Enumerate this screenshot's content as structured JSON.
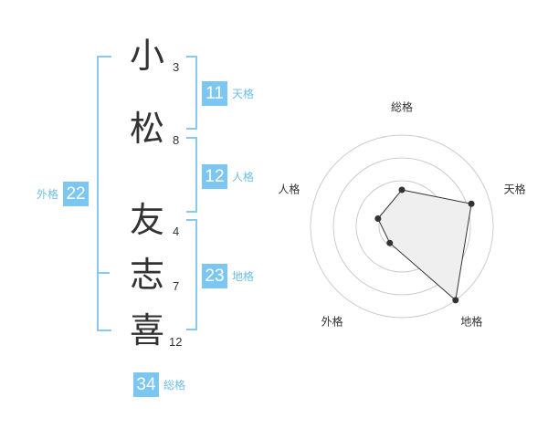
{
  "name": {
    "characters": [
      {
        "char": "小",
        "strokes": "3"
      },
      {
        "char": "松",
        "strokes": "8"
      },
      {
        "char": "友",
        "strokes": "4"
      },
      {
        "char": "志",
        "strokes": "7"
      },
      {
        "char": "喜",
        "strokes": "12"
      }
    ]
  },
  "fortunes": {
    "tenkaku": {
      "value": "11",
      "label": "天格"
    },
    "jinkaku": {
      "value": "12",
      "label": "人格"
    },
    "chikaku": {
      "value": "23",
      "label": "地格"
    },
    "gaikaku": {
      "value": "22",
      "label": "外格"
    },
    "soukaku": {
      "value": "34",
      "label": "総格"
    }
  },
  "chart_data": {
    "type": "radar",
    "axes": [
      "総格",
      "天格",
      "地格",
      "外格",
      "人格"
    ],
    "values": [
      1.6,
      3.2,
      4.0,
      0.9,
      1.1
    ],
    "max": 4,
    "rings": 4,
    "colors": {
      "fill": "#efefef",
      "stroke": "#333333",
      "grid": "#cccccc",
      "center": "#bbbbbb"
    }
  }
}
